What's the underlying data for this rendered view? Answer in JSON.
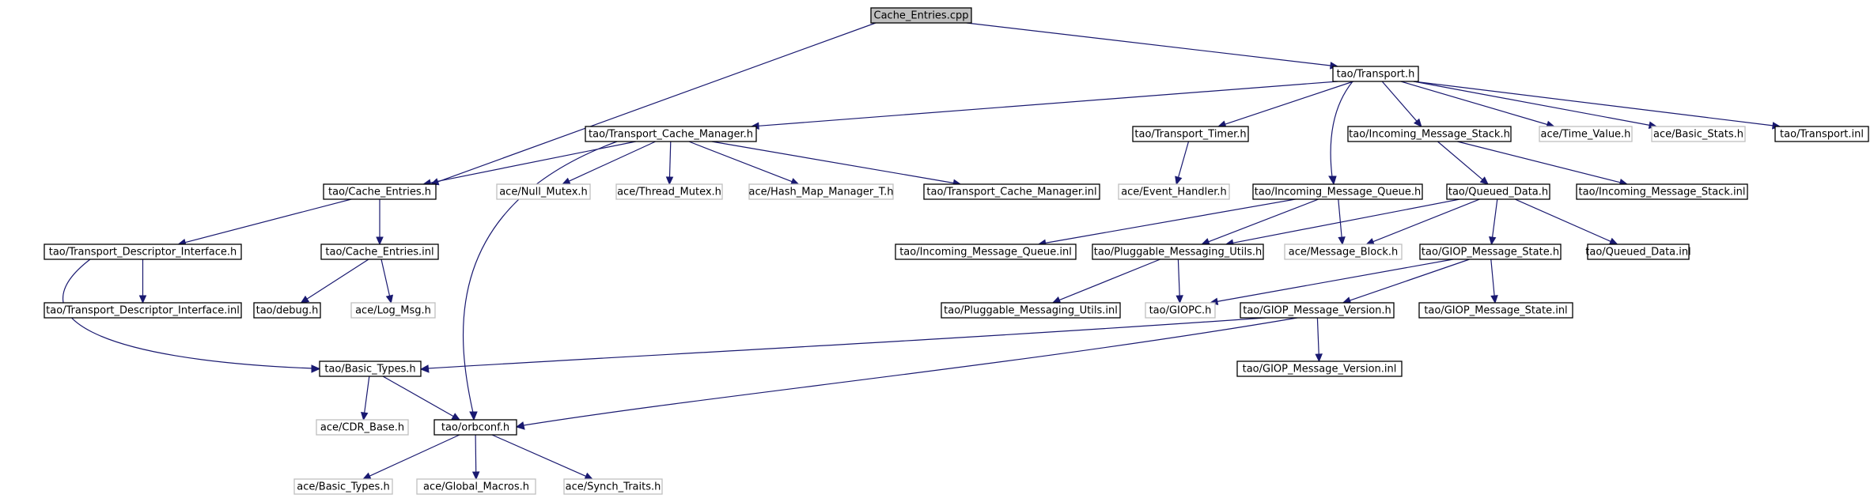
{
  "diagram": {
    "type": "include-dependency-graph",
    "colors": {
      "edge": "#191970",
      "node_border": "#000000",
      "faded_border": "#bfbfbf",
      "root_fill": "#bfbfbf",
      "background": "#ffffff"
    },
    "nodes": [
      {
        "id": "n0",
        "label": "Cache_Entries.cpp",
        "style": "root"
      },
      {
        "id": "n1",
        "label": "tao/Transport.h",
        "style": "solid"
      },
      {
        "id": "n2",
        "label": "tao/Transport_Cache_Manager.h",
        "style": "solid"
      },
      {
        "id": "n3",
        "label": "tao/Transport_Timer.h",
        "style": "solid"
      },
      {
        "id": "n4",
        "label": "tao/Incoming_Message_Stack.h",
        "style": "solid"
      },
      {
        "id": "n5",
        "label": "ace/Time_Value.h",
        "style": "faded"
      },
      {
        "id": "n6",
        "label": "ace/Basic_Stats.h",
        "style": "faded"
      },
      {
        "id": "n7",
        "label": "tao/Transport.inl",
        "style": "solid"
      },
      {
        "id": "n8",
        "label": "tao/Cache_Entries.h",
        "style": "solid"
      },
      {
        "id": "n9",
        "label": "ace/Null_Mutex.h",
        "style": "faded"
      },
      {
        "id": "n10",
        "label": "ace/Thread_Mutex.h",
        "style": "faded"
      },
      {
        "id": "n11",
        "label": "ace/Hash_Map_Manager_T.h",
        "style": "faded"
      },
      {
        "id": "n12",
        "label": "tao/Transport_Cache_Manager.inl",
        "style": "solid"
      },
      {
        "id": "n13",
        "label": "ace/Event_Handler.h",
        "style": "faded"
      },
      {
        "id": "n14",
        "label": "tao/Incoming_Message_Queue.h",
        "style": "solid"
      },
      {
        "id": "n15",
        "label": "tao/Queued_Data.h",
        "style": "solid"
      },
      {
        "id": "n16",
        "label": "tao/Incoming_Message_Stack.inl",
        "style": "solid"
      },
      {
        "id": "n17",
        "label": "tao/Transport_Descriptor_Interface.h",
        "style": "solid"
      },
      {
        "id": "n18",
        "label": "tao/Cache_Entries.inl",
        "style": "solid"
      },
      {
        "id": "n19",
        "label": "tao/Incoming_Message_Queue.inl",
        "style": "solid"
      },
      {
        "id": "n20",
        "label": "tao/Pluggable_Messaging_Utils.h",
        "style": "solid"
      },
      {
        "id": "n21",
        "label": "ace/Message_Block.h",
        "style": "faded"
      },
      {
        "id": "n22",
        "label": "tao/GIOP_Message_State.h",
        "style": "solid"
      },
      {
        "id": "n23",
        "label": "tao/Queued_Data.inl",
        "style": "solid"
      },
      {
        "id": "n24",
        "label": "tao/Transport_Descriptor_Interface.inl",
        "style": "solid"
      },
      {
        "id": "n25",
        "label": "tao/debug.h",
        "style": "solid"
      },
      {
        "id": "n26",
        "label": "ace/Log_Msg.h",
        "style": "faded"
      },
      {
        "id": "n27",
        "label": "tao/Pluggable_Messaging_Utils.inl",
        "style": "solid"
      },
      {
        "id": "n28",
        "label": "tao/GIOPC.h",
        "style": "faded"
      },
      {
        "id": "n29",
        "label": "tao/GIOP_Message_Version.h",
        "style": "solid"
      },
      {
        "id": "n30",
        "label": "tao/GIOP_Message_State.inl",
        "style": "solid"
      },
      {
        "id": "n31",
        "label": "tao/Basic_Types.h",
        "style": "solid"
      },
      {
        "id": "n32",
        "label": "tao/GIOP_Message_Version.inl",
        "style": "solid"
      },
      {
        "id": "n33",
        "label": "ace/CDR_Base.h",
        "style": "faded"
      },
      {
        "id": "n34",
        "label": "tao/orbconf.h",
        "style": "solid"
      },
      {
        "id": "n35",
        "label": "ace/Basic_Types.h",
        "style": "faded"
      },
      {
        "id": "n36",
        "label": "ace/Global_Macros.h",
        "style": "faded"
      },
      {
        "id": "n37",
        "label": "ace/Synch_Traits.h",
        "style": "faded"
      }
    ],
    "edges": [
      [
        "n0",
        "n1"
      ],
      [
        "n0",
        "n8"
      ],
      [
        "n1",
        "n2"
      ],
      [
        "n1",
        "n3"
      ],
      [
        "n1",
        "n14"
      ],
      [
        "n1",
        "n4"
      ],
      [
        "n1",
        "n5"
      ],
      [
        "n1",
        "n6"
      ],
      [
        "n1",
        "n7"
      ],
      [
        "n2",
        "n8"
      ],
      [
        "n2",
        "n9"
      ],
      [
        "n2",
        "n10"
      ],
      [
        "n2",
        "n11"
      ],
      [
        "n2",
        "n12"
      ],
      [
        "n2",
        "n34"
      ],
      [
        "n3",
        "n13"
      ],
      [
        "n4",
        "n15"
      ],
      [
        "n4",
        "n16"
      ],
      [
        "n8",
        "n17"
      ],
      [
        "n8",
        "n18"
      ],
      [
        "n14",
        "n19"
      ],
      [
        "n14",
        "n20"
      ],
      [
        "n14",
        "n21"
      ],
      [
        "n15",
        "n20"
      ],
      [
        "n15",
        "n21"
      ],
      [
        "n15",
        "n22"
      ],
      [
        "n15",
        "n23"
      ],
      [
        "n17",
        "n24"
      ],
      [
        "n17",
        "n31"
      ],
      [
        "n18",
        "n25"
      ],
      [
        "n18",
        "n26"
      ],
      [
        "n20",
        "n27"
      ],
      [
        "n20",
        "n28"
      ],
      [
        "n22",
        "n28"
      ],
      [
        "n22",
        "n29"
      ],
      [
        "n22",
        "n30"
      ],
      [
        "n29",
        "n31"
      ],
      [
        "n29",
        "n32"
      ],
      [
        "n29",
        "n34"
      ],
      [
        "n31",
        "n33"
      ],
      [
        "n31",
        "n34"
      ],
      [
        "n34",
        "n35"
      ],
      [
        "n34",
        "n36"
      ],
      [
        "n34",
        "n37"
      ]
    ]
  }
}
